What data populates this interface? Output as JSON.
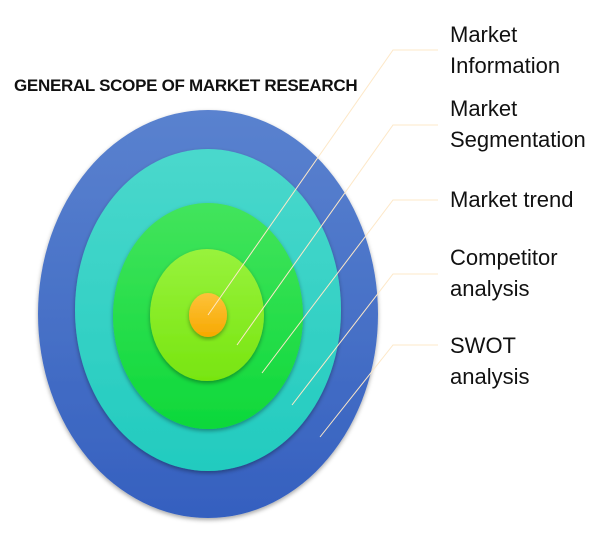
{
  "title": "GENERAL SCOPE OF MARKET RESEARCH",
  "labels": [
    "Market\nInformation",
    "Market\nSegmentation",
    "Market trend",
    "Competitor\nanalysis",
    "SWOT analysis"
  ],
  "colors": {
    "outer": "#3f6cc6",
    "cyan": "#2fd3c6",
    "green": "#15e04a",
    "lime": "#86ef1e",
    "core": "#fdbb12",
    "leader": "#fde8c8"
  }
}
